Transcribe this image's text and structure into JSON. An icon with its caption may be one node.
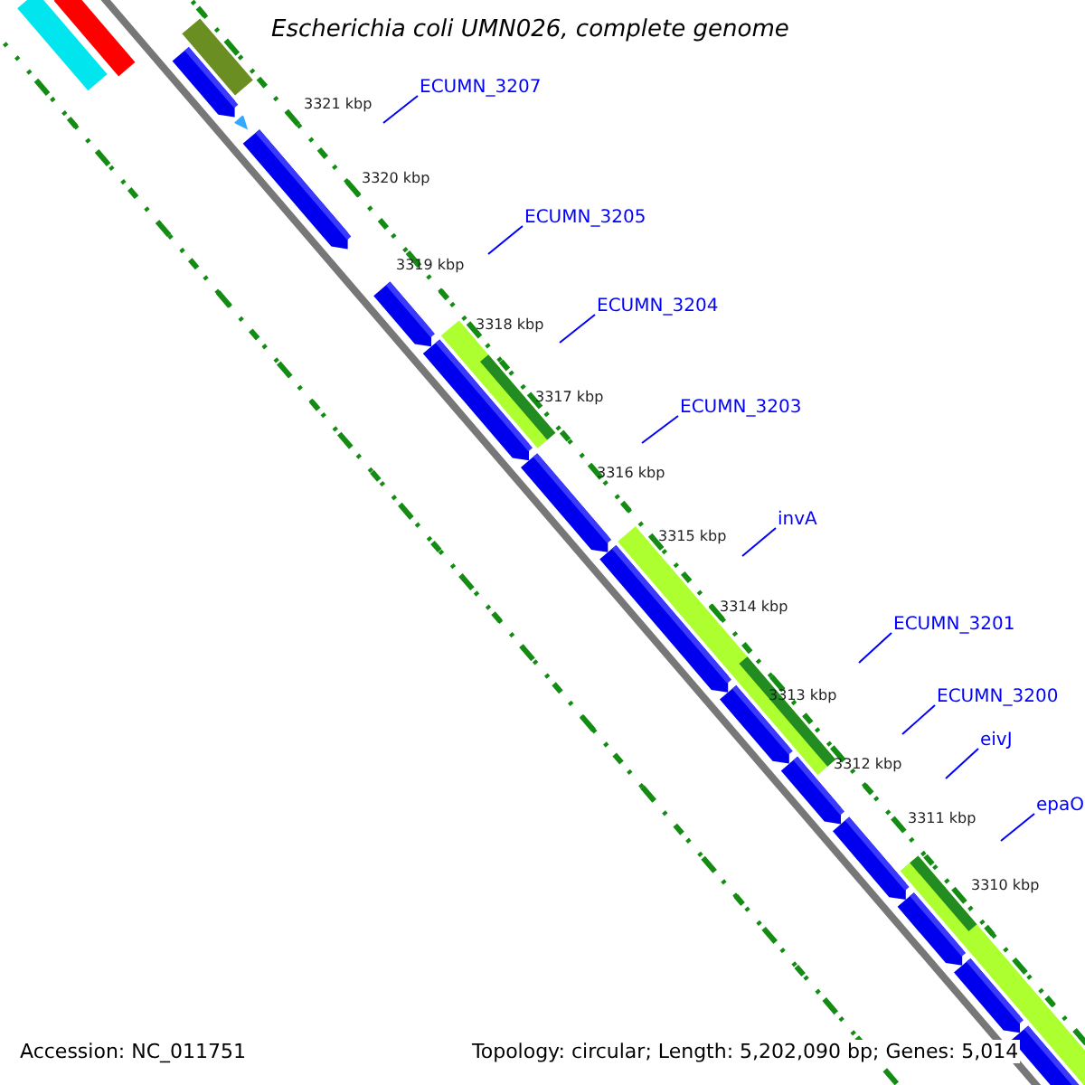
{
  "diagram": {
    "title": "Escherichia coli UMN026, complete genome",
    "nodes": [
      {
        "text": [
          "ECUMN_3207"
        ]
      },
      {
        "text": [
          "ECUMN_3205"
        ]
      },
      {
        "text": [
          "ECUMN_3204"
        ]
      },
      {
        "text": [
          "ECUMN_3203"
        ]
      },
      {
        "text": [
          "invA"
        ]
      },
      {
        "text": [
          "ECUMN_3201"
        ]
      },
      {
        "text": [
          "ECUMN_3200"
        ]
      },
      {
        "text": [
          "eivJ"
        ]
      },
      {
        "text": [
          "epaO"
        ]
      }
    ],
    "edges": [
      {
        "from": 0,
        "to": null,
        "arrow": "none"
      },
      {
        "from": 1,
        "to": null,
        "arrow": "none"
      },
      {
        "from": 2,
        "to": null,
        "arrow": "none"
      },
      {
        "from": 3,
        "to": null,
        "arrow": "none"
      },
      {
        "from": 4,
        "to": null,
        "arrow": "none"
      },
      {
        "from": 5,
        "to": null,
        "arrow": "none"
      },
      {
        "from": 6,
        "to": null,
        "arrow": "none"
      },
      {
        "from": 7,
        "to": null,
        "arrow": "none"
      },
      {
        "from": 8,
        "to": null,
        "arrow": "none"
      }
    ],
    "labels": [
      "3321 kbp",
      "3320 kbp",
      "3319 kbp",
      "3318 kbp",
      "3317 kbp",
      "3316 kbp",
      "3315 kbp",
      "3314 kbp",
      "3313 kbp",
      "3312 kbp",
      "3311 kbp",
      "3310 kbp",
      "Accession: NC_011751",
      "Topology: circular; Length: 5,202,090 bp; Genes: 5,014"
    ]
  }
}
